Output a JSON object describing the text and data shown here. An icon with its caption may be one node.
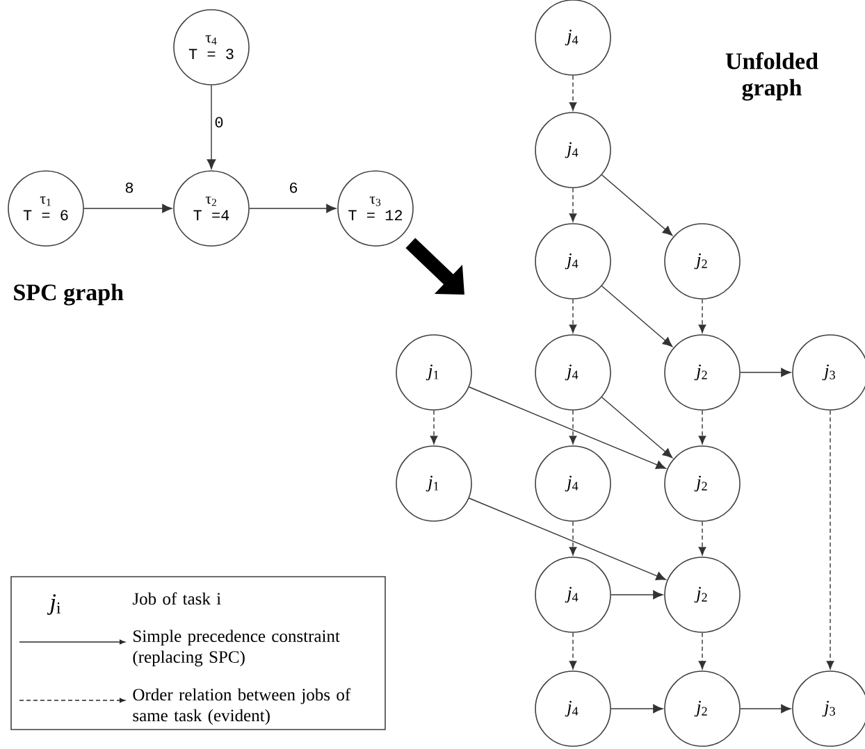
{
  "diagram": {
    "nodes": [
      {
        "text": [
          "τ$_{4}$",
          "T = 3"
        ]
      },
      {
        "text": [
          "τ$_{1}$",
          "T = 6"
        ]
      },
      {
        "text": [
          "τ$_{2}$",
          "T =4"
        ]
      },
      {
        "text": [
          "τ$_{3}$",
          "T = 12"
        ]
      },
      {
        "text": [
          "*j*$_{4}$"
        ]
      },
      {
        "text": [
          "*j*$_{4}$"
        ]
      },
      {
        "text": [
          "*j*$_{4}$"
        ]
      },
      {
        "text": [
          "*j*$_{2}$"
        ]
      },
      {
        "text": [
          "*j*$_{1}$"
        ]
      },
      {
        "text": [
          "*j*$_{4}$"
        ]
      },
      {
        "text": [
          "*j*$_{2}$"
        ]
      },
      {
        "text": [
          "*j*$_{3}$"
        ]
      },
      {
        "text": [
          "*j*$_{1}$"
        ]
      },
      {
        "text": [
          "*j*$_{4}$"
        ]
      },
      {
        "text": [
          "*j*$_{2}$"
        ]
      },
      {
        "text": [
          "*j*$_{4}$"
        ]
      },
      {
        "text": [
          "*j*$_{2}$"
        ]
      },
      {
        "text": [
          "*j*$_{4}$"
        ]
      },
      {
        "text": [
          "*j*$_{2}$"
        ]
      },
      {
        "text": [
          "*j*$_{3}$"
        ]
      }
    ],
    "edges": [
      {
        "from": 0,
        "to": 2,
        "arrow": "to",
        "label": "0"
      },
      {
        "from": 1,
        "to": 2,
        "arrow": "to",
        "label": "8"
      },
      {
        "from": 2,
        "to": 3,
        "arrow": "to",
        "label": "6"
      },
      {
        "from": 4,
        "to": 5,
        "arrow": "to",
        "style": "dashed"
      },
      {
        "from": 5,
        "to": 6,
        "arrow": "to",
        "style": "dashed"
      },
      {
        "from": 5,
        "to": 7,
        "arrow": "to"
      },
      {
        "from": 6,
        "to": 9,
        "arrow": "to",
        "style": "dashed"
      },
      {
        "from": 6,
        "to": 10,
        "arrow": "to"
      },
      {
        "from": 7,
        "to": 10,
        "arrow": "to",
        "style": "dashed"
      },
      {
        "from": 10,
        "to": 11,
        "arrow": "to"
      },
      {
        "from": 8,
        "to": 12,
        "arrow": "to",
        "style": "dashed"
      },
      {
        "from": 8,
        "to": 14,
        "arrow": "to"
      },
      {
        "from": 9,
        "to": 13,
        "arrow": "to",
        "style": "dashed"
      },
      {
        "from": 9,
        "to": 14,
        "arrow": "to"
      },
      {
        "from": 10,
        "to": 14,
        "arrow": "to",
        "style": "dashed"
      },
      {
        "from": 11,
        "to": 19,
        "arrow": "to",
        "style": "dashed"
      },
      {
        "from": 12,
        "to": 16,
        "arrow": "to"
      },
      {
        "from": 13,
        "to": 15,
        "arrow": "to",
        "style": "dashed"
      },
      {
        "from": 14,
        "to": 16,
        "arrow": "to",
        "style": "dashed"
      },
      {
        "from": 15,
        "to": 16,
        "arrow": "to"
      },
      {
        "from": 15,
        "to": 17,
        "arrow": "to",
        "style": "dashed"
      },
      {
        "from": 16,
        "to": 18,
        "arrow": "to",
        "style": "dashed"
      },
      {
        "from": 17,
        "to": 18,
        "arrow": "to"
      },
      {
        "from": 18,
        "to": 19,
        "arrow": "to"
      },
      {
        "from": 3,
        "to": null,
        "arrow": "to",
        "style": "thick"
      }
    ],
    "labels": [
      "Unfolded graph",
      "SPC graph",
      "*j*$_{i}$"
    ],
    "legend": [
      {
        "text": "Job of task i"
      },
      {
        "text": "Simple precedence constraint (replacing SPC)"
      },
      {
        "text": "Order relation between jobs of same task (evident)"
      }
    ]
  }
}
